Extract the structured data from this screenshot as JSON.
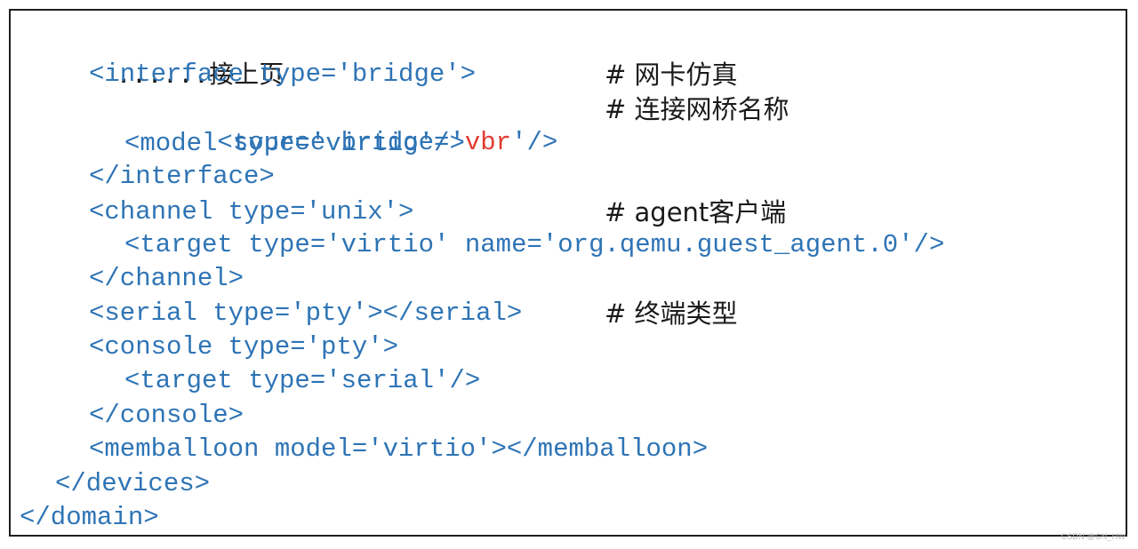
{
  "header": {
    "dots": "......",
    "continued_label": "接上页"
  },
  "code_lines": [
    {
      "text": "<interface type='bridge'>",
      "comment": "# 网卡仿真"
    },
    {
      "prefix": "<source bridge='",
      "highlight": "vbr",
      "suffix": "'/>",
      "comment": "# 连接网桥名称"
    },
    {
      "text": "<model type='virtio'/>"
    },
    {
      "text": "</interface>"
    },
    {
      "text": "<channel type='unix'>",
      "comment": "# agent客户端"
    },
    {
      "text": "<target type='virtio' name='org.qemu.guest_agent.0'/>"
    },
    {
      "text": "</channel>"
    },
    {
      "text": "<serial type='pty'></serial>",
      "comment": "# 终端类型"
    },
    {
      "text": "<console type='pty'>"
    },
    {
      "text": "<target type='serial'/>"
    },
    {
      "text": "</console>"
    },
    {
      "text": "<memballoon model='virtio'></memballoon>"
    },
    {
      "text": "</devices>"
    },
    {
      "text": "</domain>"
    }
  ],
  "watermark": "CSDN @CN_HW",
  "colors": {
    "code": "#2e74b5",
    "highlight": "#e23b32",
    "comment": "#1a1a1a",
    "border": "#1f1f1f"
  }
}
